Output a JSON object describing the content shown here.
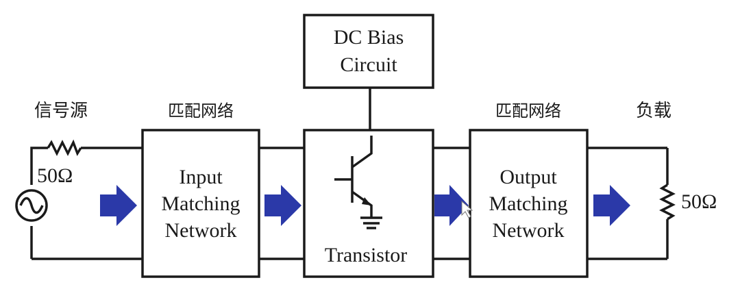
{
  "colors": {
    "line": "#1a1a1a",
    "arrow": "#2b39a8",
    "background": "#ffffff"
  },
  "labels": {
    "source": "信号源",
    "input_network": "匹配网络",
    "output_network": "匹配网络",
    "load": "负载"
  },
  "source": {
    "resistance": "50Ω",
    "icon": "ac-source-icon"
  },
  "load": {
    "resistance": "50Ω",
    "icon": "resistor-icon"
  },
  "blocks": {
    "dc_bias": {
      "line1": "DC Bias",
      "line2": "Circuit"
    },
    "input_matching": {
      "line1": "Input",
      "line2": "Matching",
      "line3": "Network"
    },
    "transistor": {
      "label": "Transistor",
      "icon": "bjt-transistor-icon"
    },
    "output_matching": {
      "line1": "Output",
      "line2": "Matching",
      "line3": "Network"
    }
  }
}
